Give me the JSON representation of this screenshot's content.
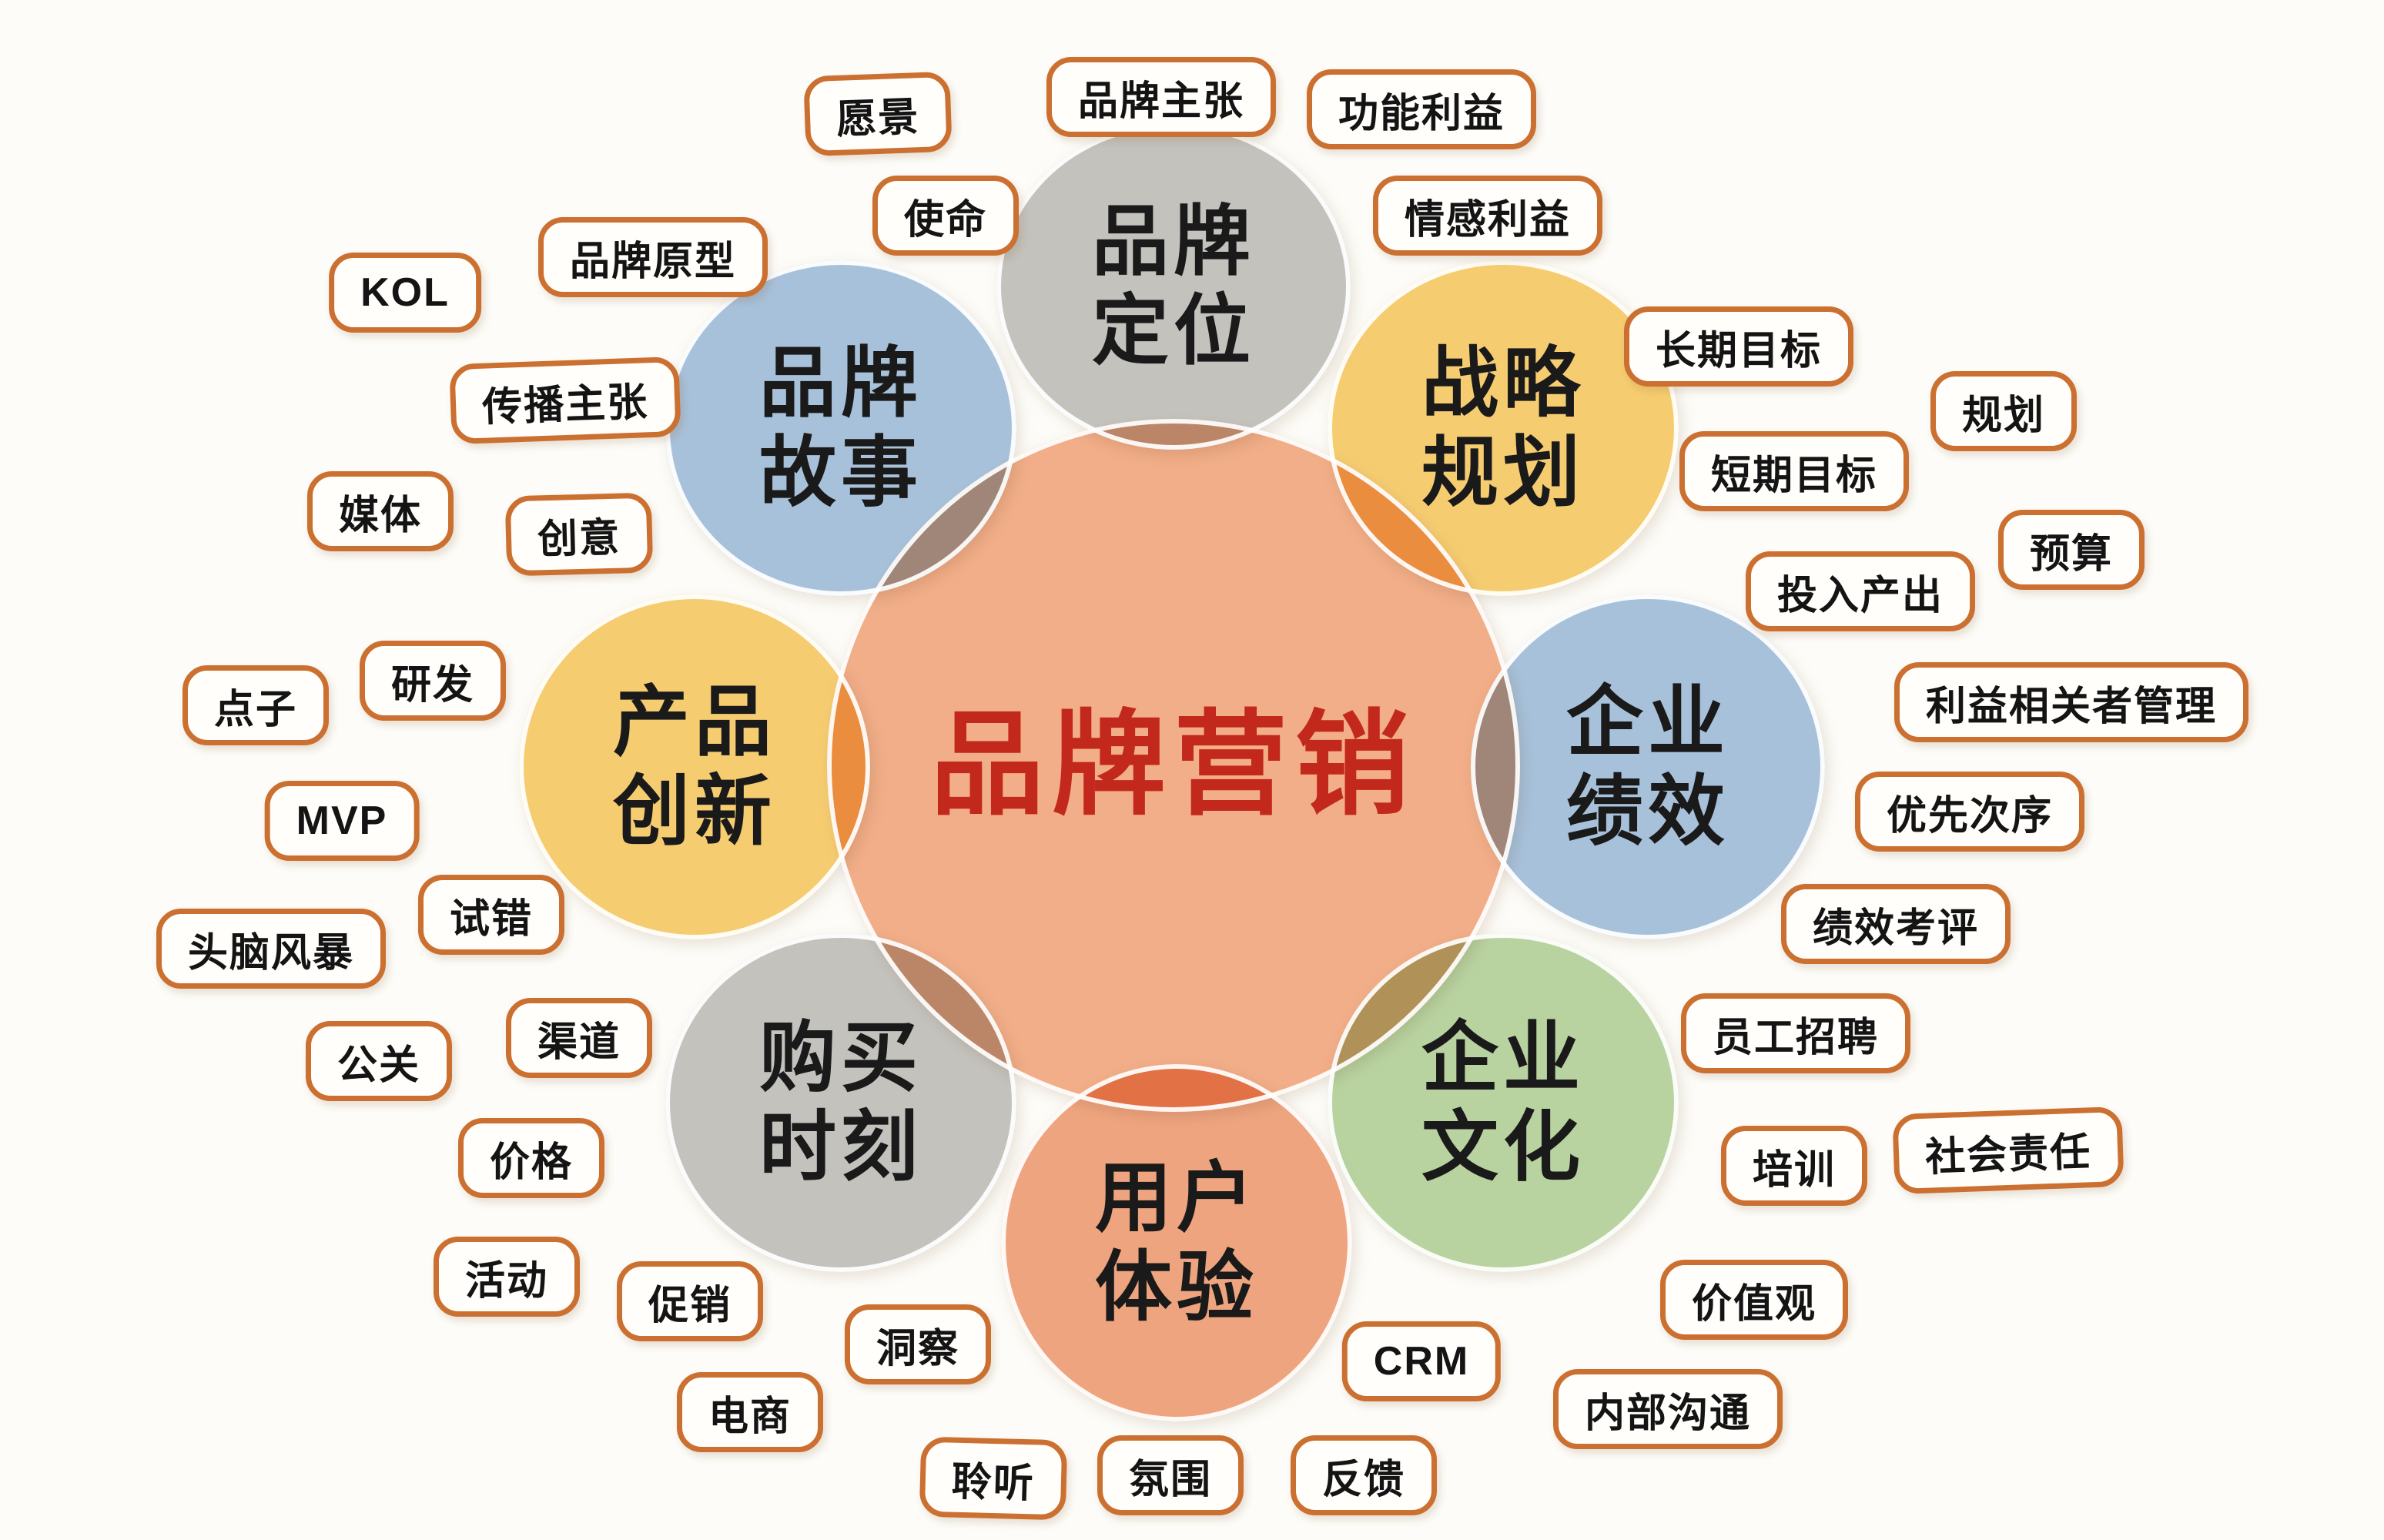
{
  "title": "品牌营销",
  "palette": {
    "background": "#FDFCF8",
    "label_border": "#CB7030",
    "label_background": "#FFFEFB",
    "label_text": "#141414",
    "circle_text": "#1A1A1A",
    "center_text": "#C3281C",
    "gray": "#C6C5C3",
    "yellow": "#F8CF74",
    "blue": "#A9C4E1",
    "green": "#BAD5A5",
    "orange": "#F0A783",
    "salmon": "#F3B08C"
  },
  "center": {
    "label": "品牌营销",
    "color": "#F3B08C",
    "text_color": "#C3281C"
  },
  "circles": [
    {
      "id": "brand-positioning",
      "label": "品牌定位",
      "line1": "品牌",
      "line2": "定位",
      "color": "#C6C5C3",
      "satellites": [
        {
          "text": "愿景"
        },
        {
          "text": "品牌主张"
        },
        {
          "text": "功能利益"
        },
        {
          "text": "使命"
        },
        {
          "text": "情感利益"
        }
      ]
    },
    {
      "id": "strategic-planning",
      "label": "战略规划",
      "line1": "战略",
      "line2": "规划",
      "color": "#F8CF74",
      "satellites": [
        {
          "text": "长期目标"
        },
        {
          "text": "规划"
        },
        {
          "text": "短期目标"
        },
        {
          "text": "预算"
        }
      ]
    },
    {
      "id": "corporate-performance",
      "label": "企业绩效",
      "line1": "企业",
      "line2": "绩效",
      "color": "#A9C4E1",
      "satellites": [
        {
          "text": "投入产出"
        },
        {
          "text": "利益相关者管理"
        },
        {
          "text": "优先次序"
        },
        {
          "text": "绩效考评"
        }
      ]
    },
    {
      "id": "corporate-culture",
      "label": "企业文化",
      "line1": "企业",
      "line2": "文化",
      "color": "#BAD5A5",
      "satellites": [
        {
          "text": "员工招聘"
        },
        {
          "text": "社会责任"
        },
        {
          "text": "培训"
        },
        {
          "text": "价值观"
        },
        {
          "text": "内部沟通"
        }
      ]
    },
    {
      "id": "user-experience",
      "label": "用户体验",
      "line1": "用户",
      "line2": "体验",
      "color": "#F0A783",
      "satellites": [
        {
          "text": "CRM"
        },
        {
          "text": "反馈"
        },
        {
          "text": "氛围"
        },
        {
          "text": "聆听"
        },
        {
          "text": "洞察"
        }
      ]
    },
    {
      "id": "purchase-moment",
      "label": "购买时刻",
      "line1": "购买",
      "line2": "时刻",
      "color": "#C6C5C3",
      "satellites": [
        {
          "text": "电商"
        },
        {
          "text": "促销"
        },
        {
          "text": "活动"
        },
        {
          "text": "价格"
        },
        {
          "text": "公关"
        },
        {
          "text": "渠道"
        }
      ]
    },
    {
      "id": "product-innovation",
      "label": "产品创新",
      "line1": "产品",
      "line2": "创新",
      "color": "#F8CF74",
      "satellites": [
        {
          "text": "试错"
        },
        {
          "text": "头脑风暴"
        },
        {
          "text": "MVP"
        },
        {
          "text": "点子"
        },
        {
          "text": "研发"
        }
      ]
    },
    {
      "id": "brand-story",
      "label": "品牌故事",
      "line1": "品牌",
      "line2": "故事",
      "color": "#A9C4E1",
      "satellites": [
        {
          "text": "媒体"
        },
        {
          "text": "创意"
        },
        {
          "text": "传播主张"
        },
        {
          "text": "KOL"
        },
        {
          "text": "品牌原型"
        }
      ]
    }
  ]
}
